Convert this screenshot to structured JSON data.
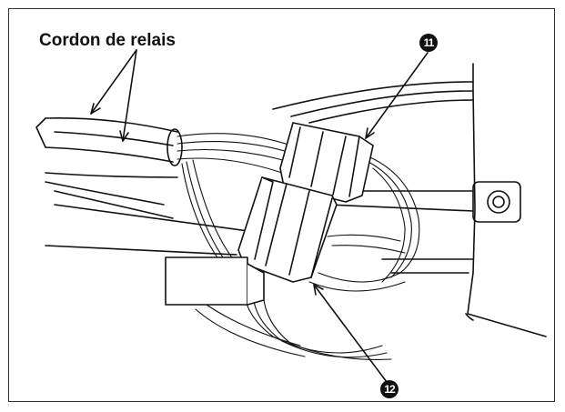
{
  "labels": {
    "cord": "Cordon de relais",
    "connector_11": "11",
    "connector_12": "12"
  },
  "colors": {
    "ink": "#111111",
    "paper": "#ffffff"
  }
}
